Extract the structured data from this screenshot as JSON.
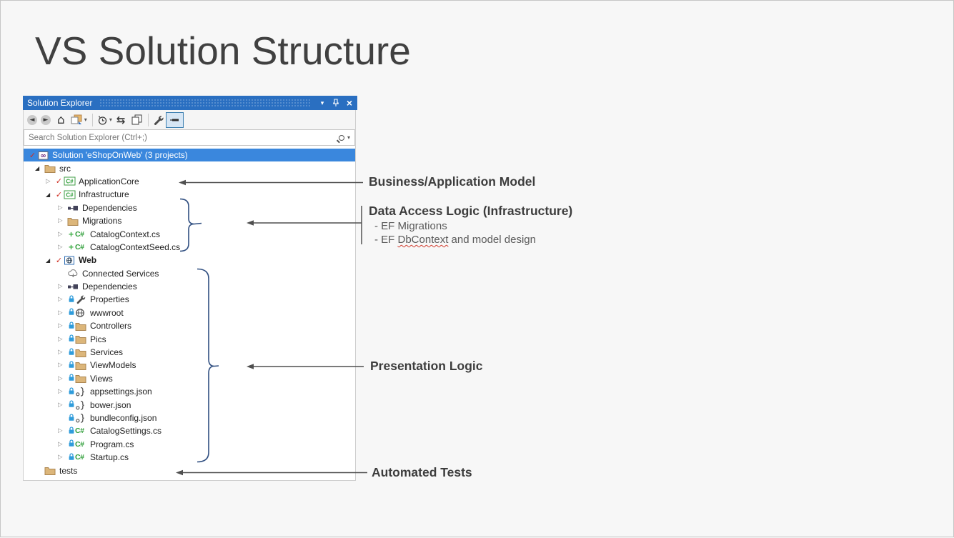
{
  "slide": {
    "title": "VS Solution Structure"
  },
  "panel": {
    "title": "Solution Explorer",
    "search_placeholder": "Search Solution Explorer (Ctrl+;)",
    "toolbar": [
      "back",
      "forward",
      "home",
      "switch-views",
      "history",
      "sync",
      "copy-properties",
      "customize-wrench",
      "preview-selected-items"
    ]
  },
  "icons": {
    "caret": "▾",
    "close": "×",
    "collapsed": "▷",
    "expanded": "◢",
    "check": "✓",
    "plus": "+",
    "home": "⌂",
    "sync": "⇆",
    "back": "◄",
    "forward": "►",
    "infinity": "∞",
    "csharp": "C#"
  },
  "tree": {
    "rows": [
      {
        "label": "Solution 'eShopOnWeb' (3 projects)"
      },
      {
        "label": "src"
      },
      {
        "label": "ApplicationCore"
      },
      {
        "label": "Infrastructure"
      },
      {
        "label": "Dependencies"
      },
      {
        "label": "Migrations"
      },
      {
        "label": "CatalogContext.cs"
      },
      {
        "label": "CatalogContextSeed.cs"
      },
      {
        "label": "Web"
      },
      {
        "label": "Connected Services"
      },
      {
        "label": "Dependencies"
      },
      {
        "label": "Properties"
      },
      {
        "label": "wwwroot"
      },
      {
        "label": "Controllers"
      },
      {
        "label": "Pics"
      },
      {
        "label": "Services"
      },
      {
        "label": "ViewModels"
      },
      {
        "label": "Views"
      },
      {
        "label": "appsettings.json"
      },
      {
        "label": "bower.json"
      },
      {
        "label": "bundleconfig.json"
      },
      {
        "label": "CatalogSettings.cs"
      },
      {
        "label": "Program.cs"
      },
      {
        "label": "Startup.cs"
      },
      {
        "label": "tests"
      }
    ]
  },
  "annotations": {
    "business": "Business/Application Model",
    "data_access_title": "Data Access Logic (Infrastructure)",
    "data_access_b1": "- EF Migrations",
    "data_access_b2_pre": "- EF ",
    "data_access_b2_word": "DbContext",
    "data_access_b2_post": " and model design",
    "presentation": "Presentation Logic",
    "tests": "Automated Tests"
  },
  "colors": {
    "titlebar_blue": "#2a6fc1",
    "selection_blue": "#3a87dd",
    "folder_tan": "#dcb67a",
    "brace_navy": "#2f4e80",
    "csharp_green": "#2e9e38",
    "lock_blue": "#2f9cdb",
    "check_red": "#cf2e22",
    "vs_purple": "#68217A",
    "arrow_gray": "#4f4f4f"
  }
}
